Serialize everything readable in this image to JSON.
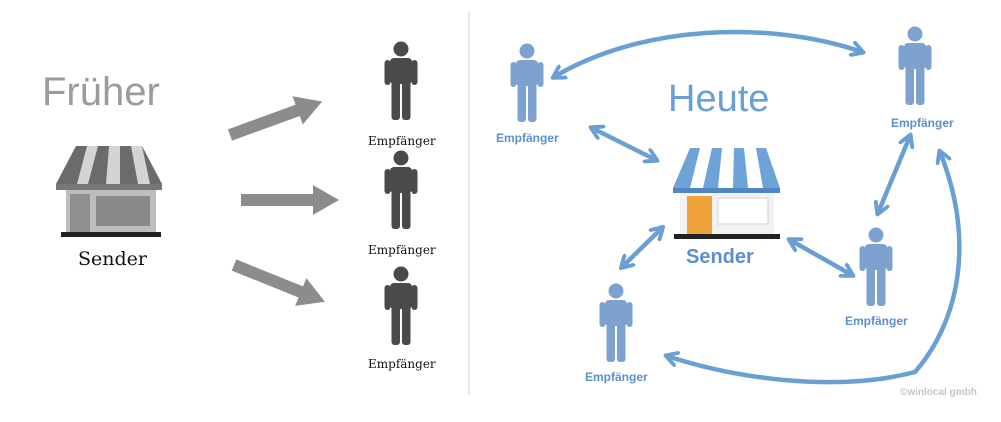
{
  "left_panel": {
    "title": "Früher",
    "sender_label": "Sender",
    "receivers": [
      "Empfänger",
      "Empfänger",
      "Empfänger"
    ]
  },
  "right_panel": {
    "title": "Heute",
    "sender_label": "Sender",
    "receivers": [
      "Empfänger",
      "Empfänger",
      "Empfänger",
      "Empfänger"
    ]
  },
  "copyright": "©winlocal gmbh",
  "colors": {
    "old_gray": "#9b9b9b",
    "old_person": "#4a4a4a",
    "arrow_gray": "#8c8c8c",
    "new_blue": "#6a9fd4",
    "person_blue": "#7ea2cf",
    "door_orange": "#f0a33a"
  }
}
